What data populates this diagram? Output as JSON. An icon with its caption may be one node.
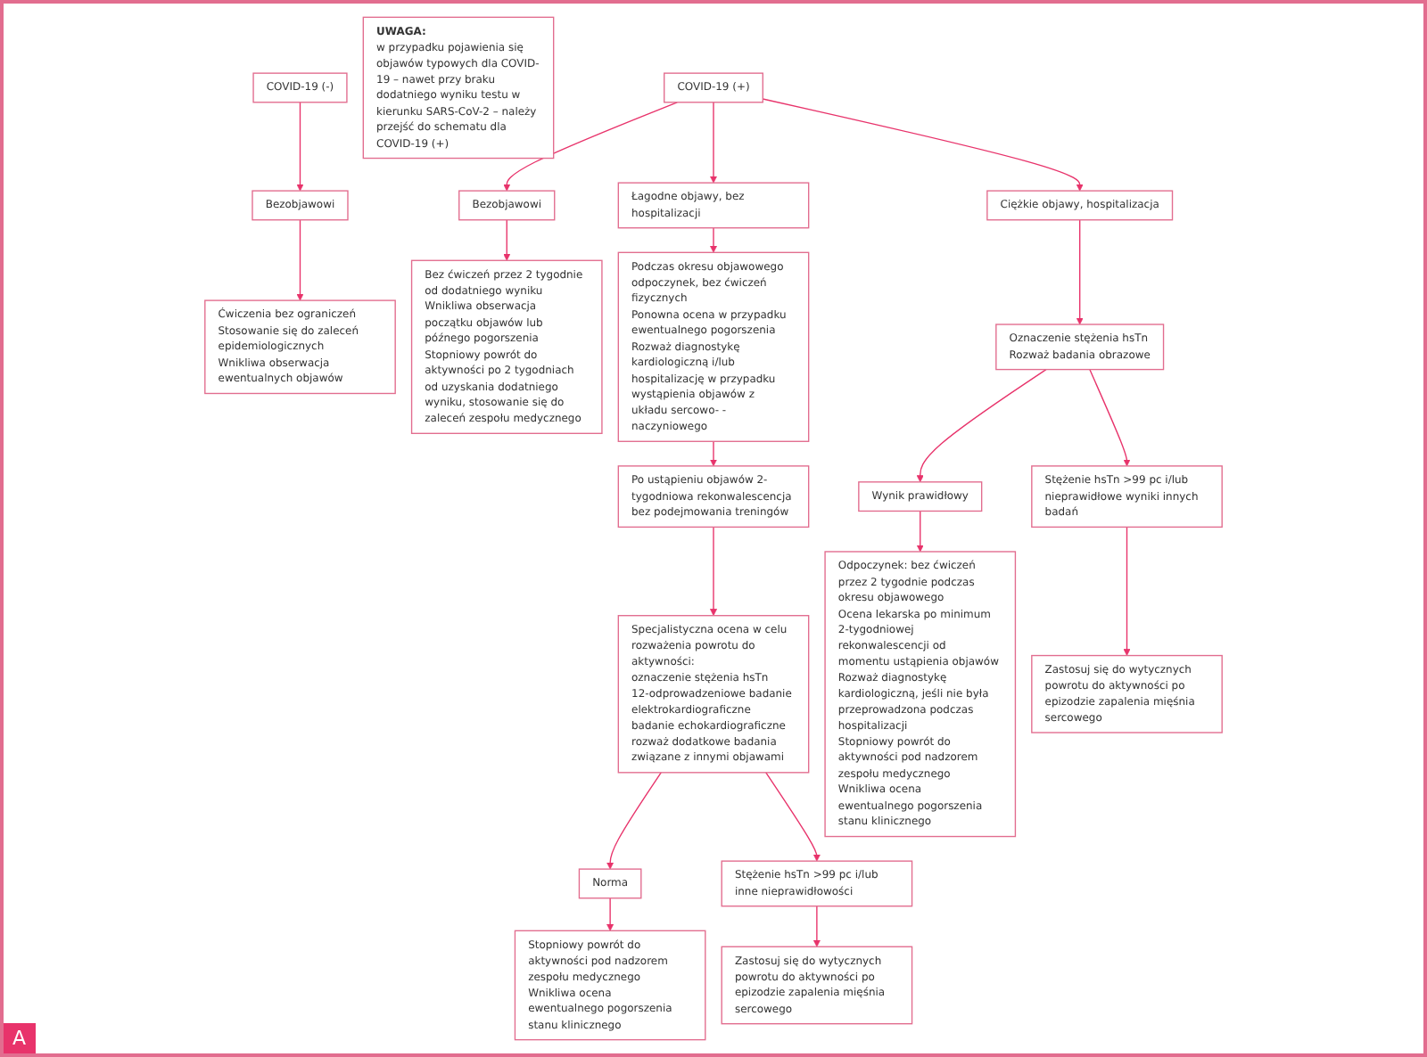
{
  "diagram": {
    "nodes": [
      {
        "text": [
          "COVID-19 (-)"
        ]
      },
      {
        "text": [
          "Bezobjawowi"
        ]
      },
      {
        "text": [
          "Ćwiczenia bez ograniczeń",
          "Stosowanie się do zaleceń epidemiologicznych",
          "Wnikliwa obserwacja ewentualnych objawów"
        ]
      },
      {
        "text": [
          "UWAGA:",
          "w przypadku pojawienia się objawów typowych dla COVID-19 – nawet przy braku dodatniego wyniku testu w kierunku SARS-CoV-2 – należy przejść do schematu dla COVID-19 (+)"
        ]
      },
      {
        "text": [
          "COVID-19 (+)"
        ]
      },
      {
        "text": [
          "Bezobjawowi"
        ]
      },
      {
        "text": [
          "Łagodne objawy, bez hospitalizacji"
        ]
      },
      {
        "text": [
          "Ciężkie objawy, hospitalizacja"
        ]
      },
      {
        "text": [
          "Bez ćwiczeń przez 2 tygodnie od dodatniego wyniku",
          "Wnikliwa obserwacja początku objawów lub późnego pogorszenia",
          "Stopniowy powrót do aktywności po 2 tygodniach od uzyskania dodatniego wyniku, stosowanie się do zaleceń zespołu medycznego"
        ]
      },
      {
        "text": [
          "Podczas okresu objawowego odpoczynek, bez ćwiczeń fizycznych",
          "Ponowna ocena w przypadku ewentualnego pogorszenia",
          "Rozważ diagnostykę kardiologiczną i/lub hospitalizację w przypadku wystąpienia objawów z układu sercowo- -naczyniowego"
        ]
      },
      {
        "text": [
          "Po ustąpieniu objawów 2-tygodniowa rekonwalescencja bez podejmowania treningów"
        ]
      },
      {
        "text": [
          "Specjalistyczna ocena w celu rozważenia powrotu do aktywności:",
          "oznaczenie stężenia hsTn",
          "12-odprowadzeniowe badanie elektrokardiograficzne",
          "badanie echokardiograficzne",
          "rozważ dodatkowe badania związane z innymi objawami"
        ]
      },
      {
        "text": [
          "Norma"
        ]
      },
      {
        "text": [
          "Stężenie hsTn >99 pc i/lub inne nieprawidłowości"
        ]
      },
      {
        "text": [
          "Stopniowy powrót do aktywności pod nadzorem zespołu medycznego",
          "Wnikliwa ocena ewentualnego pogorszenia stanu klinicznego"
        ]
      },
      {
        "text": [
          "Zastosuj się do wytycznych powrotu do aktywności po epizodzie zapalenia mięśnia sercowego"
        ]
      },
      {
        "text": [
          "Oznaczenie stężenia hsTn",
          "Rozważ badania obrazowe"
        ]
      },
      {
        "text": [
          "Wynik prawidłowy"
        ]
      },
      {
        "text": [
          "Stężenie hsTn >99 pc i/lub nieprawidłowe wyniki innych badań"
        ]
      },
      {
        "text": [
          "Odpoczynek: bez ćwiczeń przez 2 tygodnie podczas okresu objawowego",
          "Ocena lekarska po minimum 2-tygodniowej rekonwalescencji od momentu ustąpienia objawów",
          "Rozważ diagnostykę kardiologiczną, jeśli nie była przeprowadzona podczas hospitalizacji",
          "Stopniowy powrót do aktywności pod nadzorem zespołu medycznego",
          "Wnikliwa ocena ewentualnego pogorszenia stanu klinicznego"
        ]
      },
      {
        "text": [
          "Zastosuj się do wytycznych powrotu do aktywności po epizodzie zapalenia mięśnia sercowego"
        ]
      }
    ],
    "edges": [
      {
        "from": 0,
        "to": 1,
        "arrow": "to"
      },
      {
        "from": 1,
        "to": 2,
        "arrow": "to"
      },
      {
        "from": 4,
        "to": 5,
        "arrow": "to"
      },
      {
        "from": 4,
        "to": 6,
        "arrow": "to"
      },
      {
        "from": 4,
        "to": 7,
        "arrow": "to"
      },
      {
        "from": 5,
        "to": 8,
        "arrow": "to"
      },
      {
        "from": 6,
        "to": 9,
        "arrow": "to"
      },
      {
        "from": 9,
        "to": 10,
        "arrow": "to"
      },
      {
        "from": 10,
        "to": 11,
        "arrow": "to"
      },
      {
        "from": 11,
        "to": 12,
        "arrow": "to"
      },
      {
        "from": 11,
        "to": 13,
        "arrow": "to"
      },
      {
        "from": 12,
        "to": 14,
        "arrow": "to"
      },
      {
        "from": 13,
        "to": 15,
        "arrow": "to"
      },
      {
        "from": 7,
        "to": 16,
        "arrow": "to"
      },
      {
        "from": 16,
        "to": 17,
        "arrow": "to"
      },
      {
        "from": 16,
        "to": 18,
        "arrow": "to"
      },
      {
        "from": 17,
        "to": 19,
        "arrow": "to"
      },
      {
        "from": 18,
        "to": 20,
        "arrow": "to"
      }
    ],
    "labels": [
      "A"
    ]
  }
}
